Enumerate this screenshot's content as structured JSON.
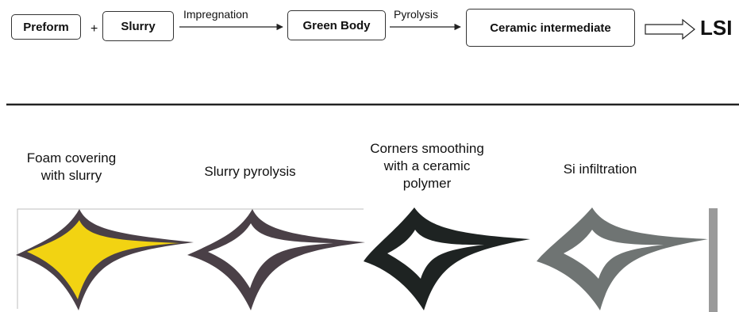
{
  "flow": {
    "preform": "Preform",
    "plus": "+",
    "slurry": "Slurry",
    "impregnation": "Impregnation",
    "green_body": "Green Body",
    "pyrolysis": "Pyrolysis",
    "ceramic_intermediate": "Ceramic intermediate",
    "result": "LSI"
  },
  "steps": [
    {
      "caption": "Foam covering\nwith slurry"
    },
    {
      "caption": "Slurry pyrolysis"
    },
    {
      "caption": "Corners smoothing\nwith a ceramic\npolymer"
    },
    {
      "caption": "Si infiltration"
    }
  ],
  "colors": {
    "slurry_fill": "#f2d312",
    "coated_strut": "#4a4047",
    "polymer_layer": "#1e2322",
    "silicon_layer": "#6f7473",
    "divider": "#222222"
  }
}
